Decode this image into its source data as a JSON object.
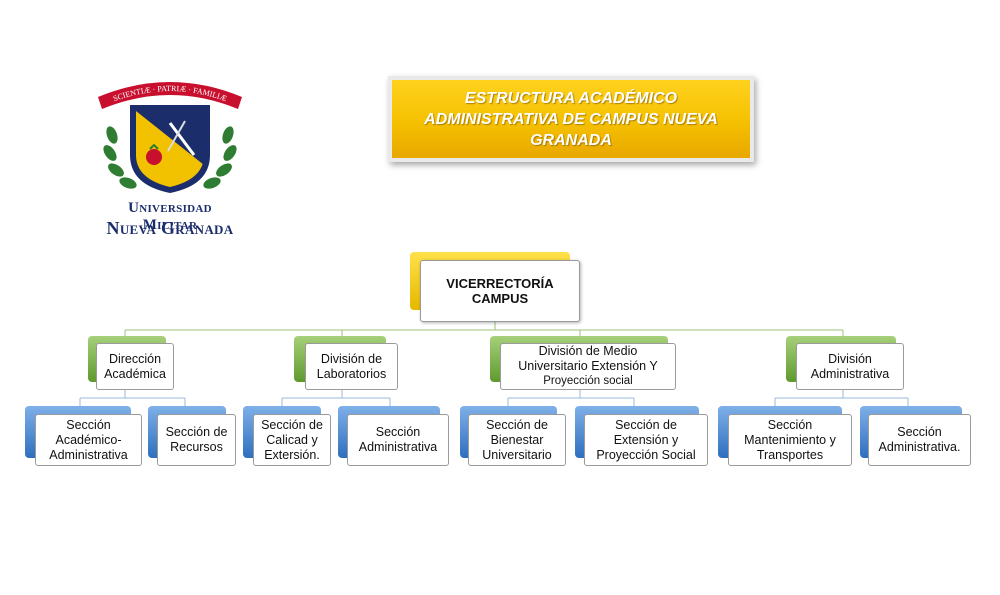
{
  "logo": {
    "motto": "SCIENTIÆ · PATRIÆ · FAMILIÆ",
    "name_line1": "Universidad Militar",
    "name_line2": "Nueva Granada"
  },
  "title": "ESTRUCTURA ACADÉMICO ADMINISTRATIVA DE CAMPUS NUEVA GRANADA",
  "org": {
    "root": {
      "line1": "VICERRECTORÍA",
      "line2": "CAMPUS"
    },
    "divisions": [
      {
        "lines": [
          "Dirección",
          "Académica"
        ],
        "sections": [
          {
            "lines": [
              "Sección",
              "Académico-",
              "Administrativa"
            ]
          },
          {
            "lines": [
              "Sección de",
              "Recursos"
            ]
          }
        ]
      },
      {
        "lines": [
          "División de",
          "Laboratorios"
        ],
        "sections": [
          {
            "lines": [
              "Sección de",
              "Calicad y",
              "Extersión."
            ]
          },
          {
            "lines": [
              "Sección",
              "Administrativa"
            ]
          }
        ]
      },
      {
        "lines": [
          "División de Medio",
          "Universitario Extensión Y",
          "Proyección social"
        ],
        "sections": [
          {
            "lines": [
              "Sección de",
              "Bienestar",
              "Universitario"
            ]
          },
          {
            "lines": [
              "Sección de",
              "Extensión y",
              "Proyección Social"
            ]
          }
        ]
      },
      {
        "lines": [
          "División",
          "Administrativa"
        ],
        "sections": [
          {
            "lines": [
              "Sección",
              "Mantenimiento y",
              "Transportes"
            ]
          },
          {
            "lines": [
              "Sección",
              "Administrativa."
            ]
          }
        ]
      }
    ]
  },
  "colors": {
    "title_fill": "#f5c000",
    "root_back": "#e6b800",
    "division_back": "#6aa83a",
    "section_back": "#3d7ac8",
    "connector": "#9cc27a",
    "logo_navy": "#1b2d6b",
    "logo_red": "#c8102e",
    "logo_gold": "#f2c200",
    "logo_green": "#2e7d32"
  }
}
